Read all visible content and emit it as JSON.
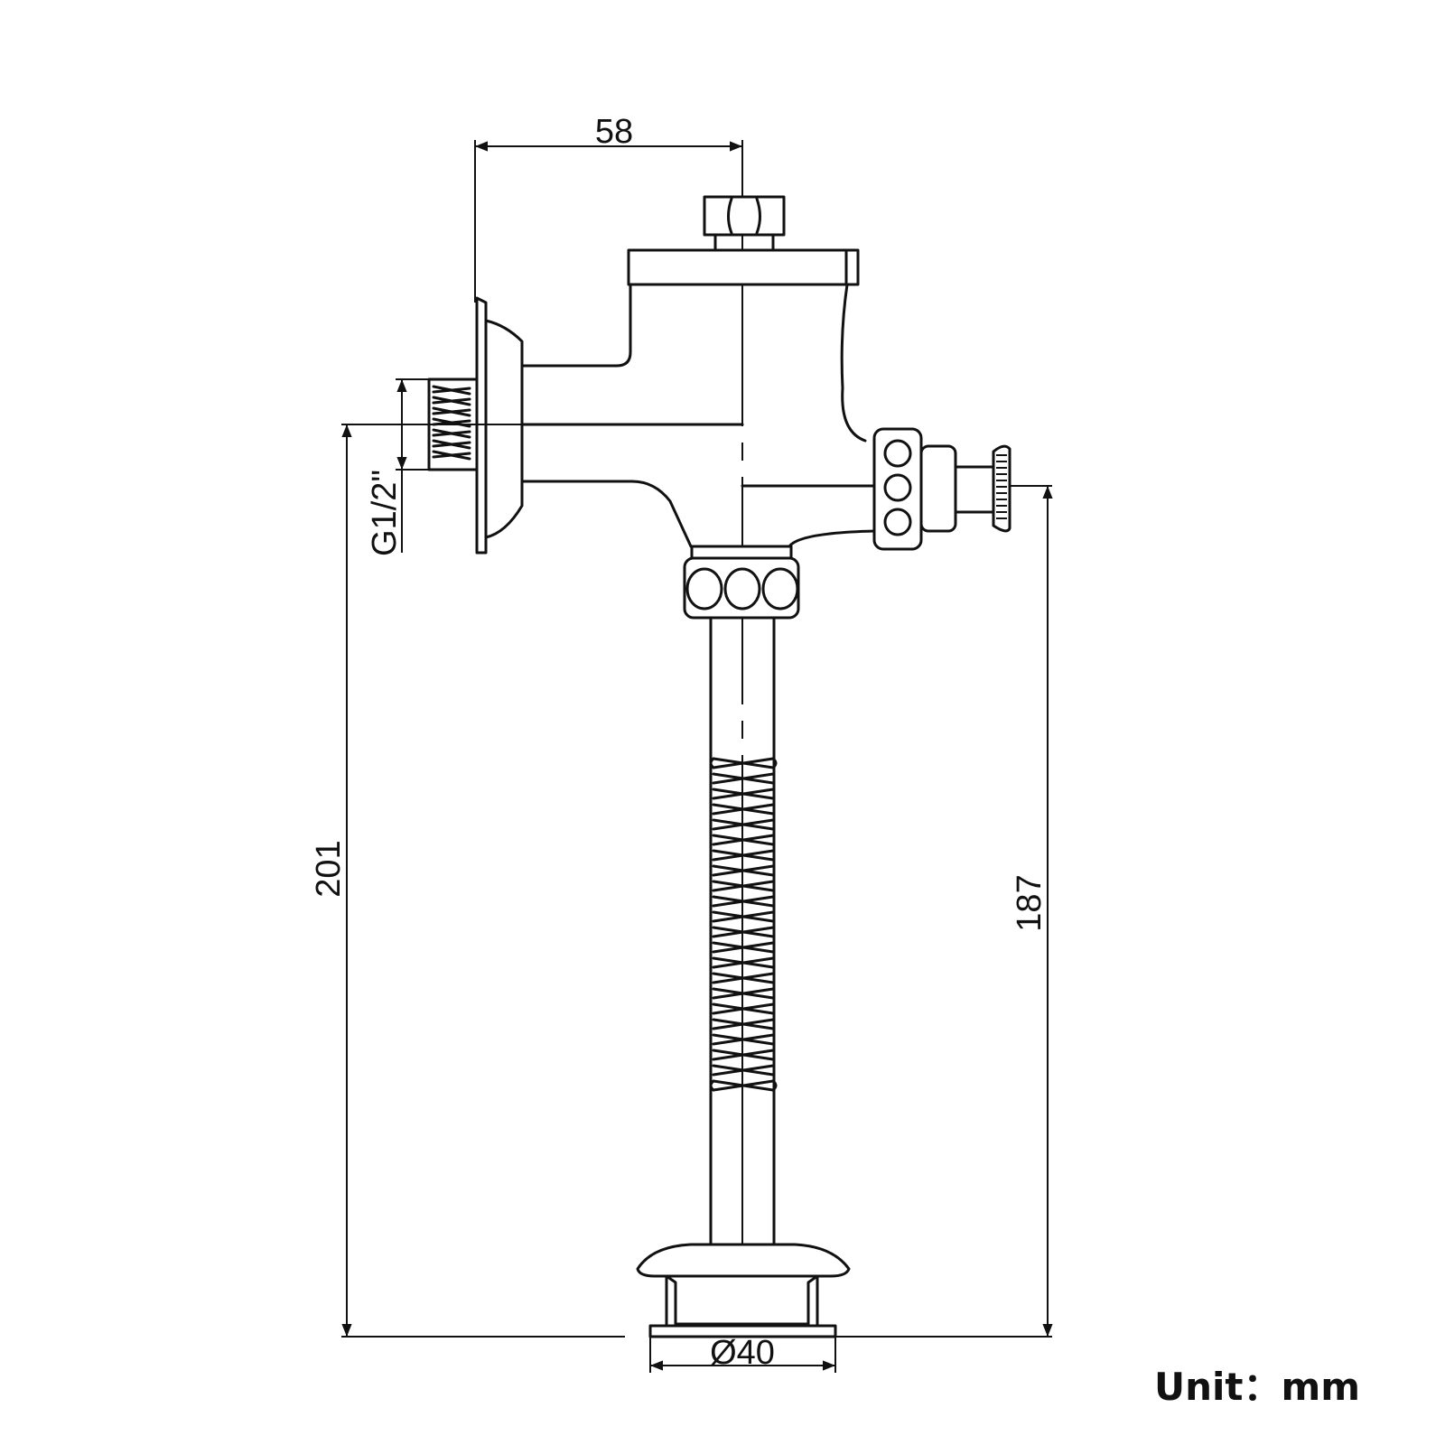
{
  "dimensions": {
    "top_width": "58",
    "thread_size": "G1/2\"",
    "overall_height": "201",
    "valve_height": "187",
    "base_diameter": "Ø40"
  },
  "unit": {
    "label": "Unit：",
    "value": "mm"
  }
}
